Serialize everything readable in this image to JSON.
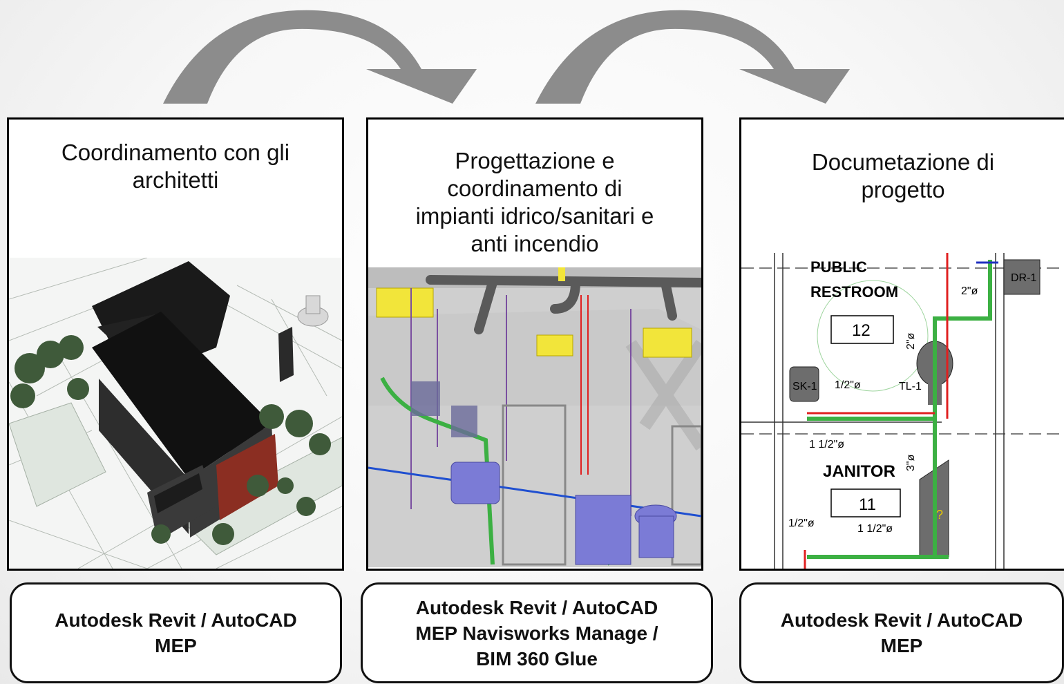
{
  "panels": [
    {
      "title": "Coordinamento con gli\narchitetti",
      "image": "building-3d-model"
    },
    {
      "title": "Progettazione e\ncoordinamento di\nimpianti idrico/sanitari e\nanti incendio",
      "image": "plumbing-3d-model"
    },
    {
      "title": "Documetazione di\nprogetto",
      "image": "plumbing-floor-plan"
    }
  ],
  "tools": [
    "Autodesk Revit / AutoCAD\nMEP",
    "Autodesk Revit / AutoCAD\nMEP Navisworks Manage /\nBIM 360 Glue",
    "Autodesk Revit / AutoCAD\nMEP"
  ],
  "plan": {
    "room1_name": "PUBLIC",
    "room1_name2": "RESTROOM",
    "room1_num": "12",
    "room2_name": "JANITOR",
    "room2_num": "11",
    "dr": "DR-1",
    "sk": "SK-1",
    "tl": "TL-1",
    "d_2": "2\"ø",
    "d_half_a": "1/2\"ø",
    "d_1half_a": "1 1/2\"ø",
    "d_3": "3\"ø",
    "d_half_b": "1/2\"ø",
    "d_1half_b": "1 1/2\"ø",
    "d_2v": "2\"ø",
    "q": "?"
  },
  "colors": {
    "arrow": "#8c8c8c",
    "pipe_green": "#3cb043",
    "pipe_red": "#e02020",
    "fixture_yellow": "#f2e53a"
  }
}
